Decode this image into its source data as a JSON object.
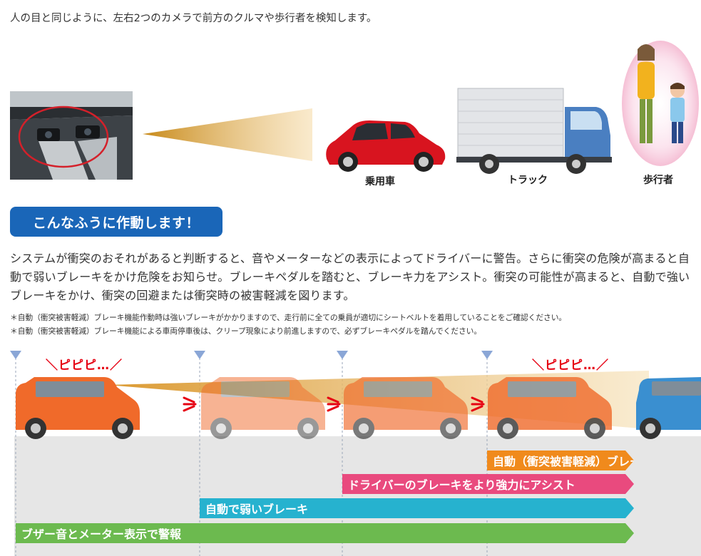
{
  "intro": "人の目と同じように、左右2つのカメラで前方のクルマや歩行者を検知します。",
  "vehicles": {
    "car": "乗用車",
    "truck": "トラック",
    "pedestrian": "歩行者"
  },
  "heading": "こんなふうに作動します！",
  "description": "システムが衝突のおそれがあると判断すると、音やメーターなどの表示によってドライバーに警告。さらに衝突の危険が高まると自動で弱いブレーキをかけ危険をお知らせ。ブレーキペダルを踏むと、ブレーキ力をアシスト。衝突の可能性が高まると、自動で強いブレーキをかけ、衝突の回避または衝突時の被害軽減を図ります。",
  "notes": [
    "＊自動（衝突被害軽減）ブレーキ機能作動時は強いブレーキがかかりますので、走行前に全ての乗員が適切にシートベルトを着用していることをご確認ください。",
    "＊自動（衝突被害軽減）ブレーキ機能による車両停車後は、クリープ現象により前進しますので、必ずブレーキペダルを踏んでください。"
  ],
  "sounds": [
    "＼ピピピ…／",
    "＼ピピピ…／"
  ],
  "stages": [
    {
      "label": "自動（衝突被害軽減）ブレーキ",
      "color": "#f08a1c"
    },
    {
      "label": "ドライバーのブレーキをより強力にアシスト",
      "color": "#e94a7e"
    },
    {
      "label": "自動で弱いブレーキ",
      "color": "#26b2cf"
    },
    {
      "label": "ブザー音とメーター表示で警報",
      "color": "#6cba4f"
    }
  ],
  "colors": {
    "heading_bg": "#1a66b8",
    "own_car": "#f06a2a",
    "lead_car": "#3a8fd0",
    "warning": "#e60012",
    "marker": "#8aa6d6"
  }
}
